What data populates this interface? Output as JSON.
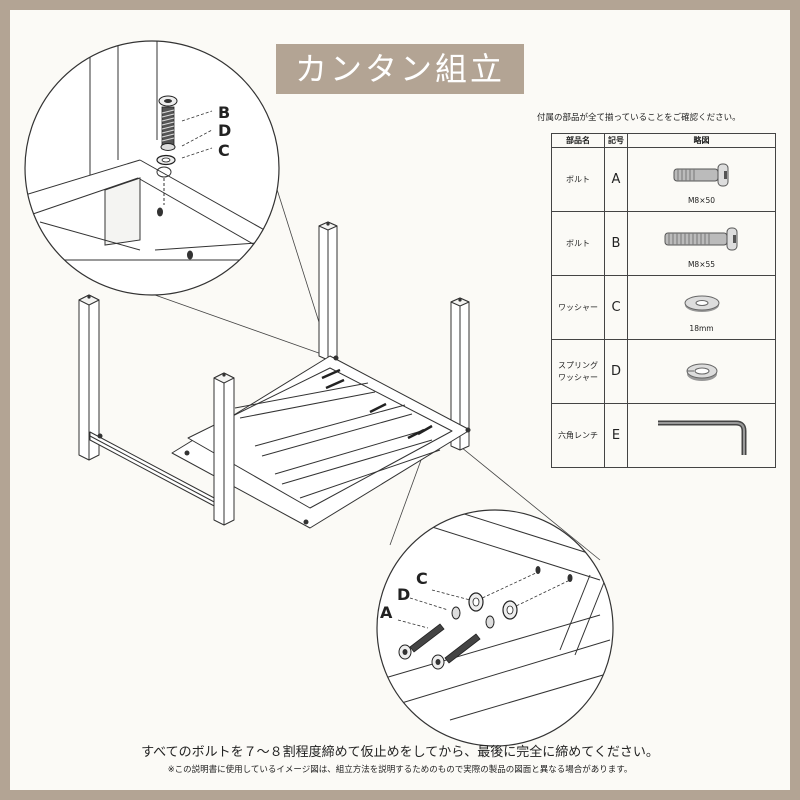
{
  "title": "カンタン組立",
  "parts_note": "付属の部品が全て揃っていることをご確認ください。",
  "parts_table": {
    "headers": [
      "部品名",
      "記号",
      "略図"
    ],
    "rows": [
      {
        "name": "ボルト",
        "symbol": "A",
        "size": "M8×50",
        "icon": "short-bolt-icon"
      },
      {
        "name": "ボルト",
        "symbol": "B",
        "size": "M8×55",
        "icon": "long-bolt-icon"
      },
      {
        "name": "ワッシャー",
        "symbol": "C",
        "size": "18mm",
        "icon": "flat-washer-icon"
      },
      {
        "name": "スプリング\nワッシャー",
        "symbol": "D",
        "size": "",
        "icon": "spring-washer-icon"
      },
      {
        "name": "六角レンチ",
        "symbol": "E",
        "size": "",
        "icon": "hex-key-icon"
      }
    ]
  },
  "detail_top": {
    "labels": [
      "B",
      "D",
      "C"
    ]
  },
  "detail_bottom": {
    "labels": [
      "C",
      "D",
      "A"
    ]
  },
  "instruction": "すべてのボルトを７～８割程度締めて仮止めをしてから、最後に完全に締めてください。",
  "footnote": "※この説明書に使用しているイメージ図は、組立方法を説明するためのもので実際の製品の図面と異なる場合があります。",
  "colors": {
    "accent": "#b3a494",
    "line": "#333333",
    "background": "#fbfaf6"
  }
}
